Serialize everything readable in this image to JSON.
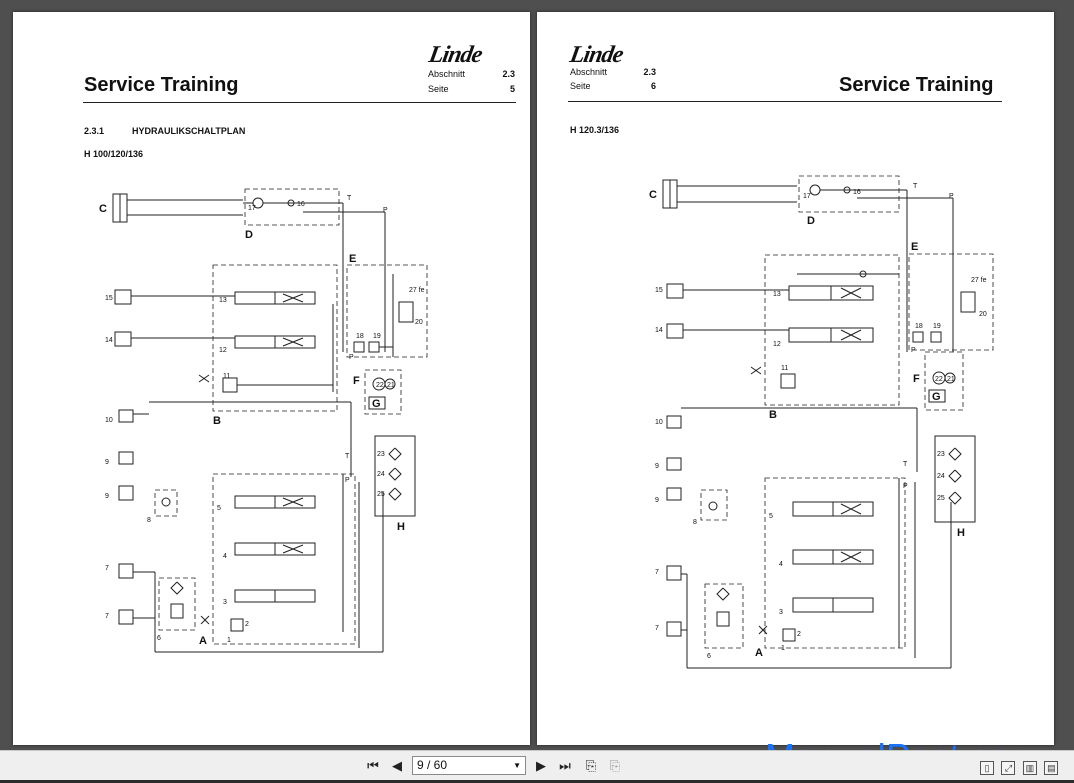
{
  "left_page": {
    "brand": "Linde",
    "title": "Service Training",
    "meta": [
      {
        "key": "Abschnitt",
        "value": "2.3"
      },
      {
        "key": "Seite",
        "value": "5"
      }
    ],
    "section_number": "2.3.1",
    "section_title": "HYDRAULIKSCHALTPLAN",
    "model": "H 100/120/136"
  },
  "right_page": {
    "brand": "Linde",
    "title": "Service Training",
    "meta": [
      {
        "key": "Abschnitt",
        "value": "2.3"
      },
      {
        "key": "Seite",
        "value": "6"
      }
    ],
    "model": "H 120.3/136"
  },
  "toolbar": {
    "page_indicator": "9 / 60",
    "first_icon": "first-page-icon",
    "prev_icon": "previous-page-icon",
    "next_icon": "next-page-icon",
    "last_icon": "last-page-icon",
    "back_icon": "back-view-icon",
    "forward_icon": "forward-view-icon"
  },
  "watermark": "ManualPost.com",
  "schematic_labels": {
    "left": [
      "C",
      "D",
      "17",
      "16",
      "T",
      "P",
      "E",
      "27 fe",
      "20",
      "15",
      "13",
      "14",
      "12",
      "18",
      "19",
      "P",
      "11",
      "F",
      "22",
      "21",
      "G",
      "B",
      "10",
      "9",
      "9",
      "8",
      "5",
      "4",
      "3",
      "2",
      "1",
      "7",
      "7",
      "6",
      "A",
      "23",
      "24",
      "25",
      "H",
      "P",
      "T"
    ],
    "right": [
      "C",
      "D",
      "17",
      "16",
      "T",
      "P",
      "E",
      "27 fe",
      "20",
      "15",
      "13",
      "14",
      "12",
      "18",
      "19",
      "P",
      "11",
      "F",
      "22",
      "21",
      "G",
      "B",
      "10",
      "9",
      "9",
      "8",
      "5",
      "4",
      "3",
      "2",
      "1",
      "7",
      "7",
      "6",
      "A",
      "23",
      "24",
      "25",
      "H",
      "P",
      "T"
    ]
  }
}
